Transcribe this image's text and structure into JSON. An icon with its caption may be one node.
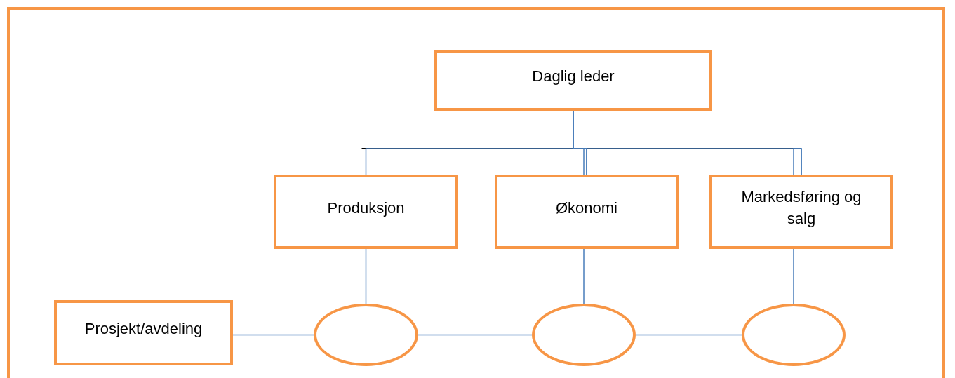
{
  "diagram": {
    "nodes": [
      {
        "text": [
          "Daglig leder"
        ]
      },
      {
        "text": [
          "Produksjon"
        ]
      },
      {
        "text": [
          "Økonomi"
        ]
      },
      {
        "text": [
          "Markedsføring og salg"
        ]
      },
      {
        "text": [
          "Prosjekt/avdeling"
        ]
      },
      {
        "text": [],
        "shape": "circle"
      },
      {
        "text": [],
        "shape": "circle"
      },
      {
        "text": [],
        "shape": "circle"
      }
    ],
    "edges": [
      {
        "from": 0,
        "to": 1,
        "arrow": "none"
      },
      {
        "from": 0,
        "to": 2,
        "arrow": "none"
      },
      {
        "from": 0,
        "to": 3,
        "arrow": "none"
      },
      {
        "from": 1,
        "to": 5,
        "arrow": "none"
      },
      {
        "from": 2,
        "to": 6,
        "arrow": "none"
      },
      {
        "from": 3,
        "to": 7,
        "arrow": "none"
      },
      {
        "from": 4,
        "to": 5,
        "arrow": "none"
      },
      {
        "from": 5,
        "to": 6,
        "arrow": "none"
      },
      {
        "from": 6,
        "to": 7,
        "arrow": "none"
      }
    ]
  }
}
